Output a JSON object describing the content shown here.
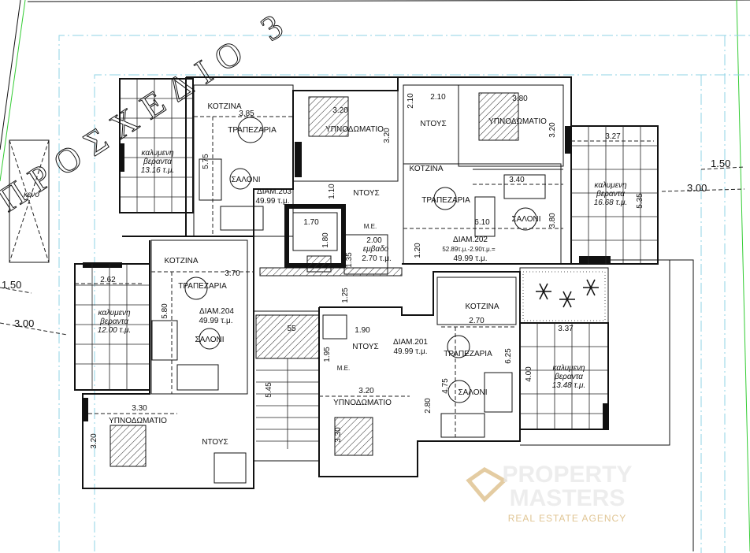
{
  "plot_name": "ΠΡΟΣΧΕΔΙΟ 3",
  "void_label": "κενο",
  "setbacks": {
    "a": "1.50",
    "b": "3.00",
    "c": "1.50",
    "d": "3.00"
  },
  "apartments": [
    {
      "id": "ΔΙΑΜ.203",
      "area": "49.99 τ.μ.",
      "rooms": {
        "kitchen": "ΚΟΤΖΙΝΑ",
        "dining": "ΤΡΑΠΕΖΑΡΙΑ",
        "living": "ΣΑΛΟΝΙ",
        "bedroom": "ΥΠΝΟΔΩΜΑΤΙΟ",
        "bath": "ΝΤΟΥΣ"
      },
      "dims": [
        "3.85",
        "5.75",
        "3.20",
        "3.20",
        "1.10"
      ],
      "veranda": {
        "line1": "καλυμενη",
        "line2": "βεραντα",
        "area": "13.16 τ.μ."
      }
    },
    {
      "id": "ΔΙΑΜ.202",
      "area_calc": "52.89τ.μ.-2.90τ.μ.=",
      "area": "49.99 τ.μ.",
      "rooms": {
        "kitchen": "ΚΟΤΖΙΝΑ",
        "dining": "ΤΡΑΠΕΖΑΡΙΑ",
        "living": "ΣΑΛΟΝΙ",
        "bedroom": "ΥΠΝΟΔΩΜΑΤΙΟ",
        "bath": "ΝΤΟΥΣ"
      },
      "dims": [
        "2.10",
        "2.10",
        "3.80",
        "3.20",
        "3.40",
        "6.10",
        "3.80",
        "1.20"
      ],
      "veranda": {
        "line1": "καλυμενη",
        "line2": "βεραντα",
        "area": "16.68 τ.μ.",
        "dims": [
          "3.27",
          "5.35"
        ]
      }
    },
    {
      "id": "ΔΙΑΜ.204",
      "area": "49.99 τ.μ.",
      "rooms": {
        "kitchen": "ΚΟΤΖΙΝΑ",
        "dining": "ΤΡΑΠΕΖΑΡΙΑ",
        "living": "ΣΑΛΟΝΙ",
        "bedroom": "ΥΠΝΟΔΩΜΑΤΙΟ",
        "bath": "ΝΤΟΥΣ"
      },
      "dims": [
        "3.70",
        "5.80",
        "3.30",
        "3.20"
      ],
      "veranda": {
        "line1": "καλυμενη",
        "line2": "βεραντα",
        "area": "12.00 τ.μ.",
        "dims": [
          "2.62"
        ]
      }
    },
    {
      "id": "ΔΙΑΜ.201",
      "area": "49.99 τ.μ.",
      "rooms": {
        "kitchen": "ΚΟΤΖΙΝΑ",
        "dining": "ΤΡΑΠΕΖΑΡΙΑ",
        "living": "ΣΑΛΟΝΙ",
        "bedroom": "ΥΠΝΟΔΩΜΑΤΙΟ",
        "bath": "ΝΤΟΥΣ",
        "wc": "Μ.Ε."
      },
      "dims": [
        "2.70",
        "6.25",
        "4.75",
        "2.80",
        "3.20",
        "3.30",
        "1.90",
        "1.95"
      ],
      "veranda": {
        "line1": "καλυμενη",
        "line2": "βεραντα",
        "area": "13.48 τ.μ.",
        "dims": [
          "3.37",
          "4.00"
        ]
      }
    }
  ],
  "core": {
    "lift_dims": [
      "1.70",
      "1.80"
    ],
    "store": {
      "wc": "Μ.Ε.",
      "dims": [
        "2.00",
        "1.35"
      ],
      "label": "εμβαδο",
      "area": "2.70 τ.μ."
    },
    "corridor": "1.25",
    "stair_dims": [
      "5.45",
      "55"
    ]
  },
  "watermark": {
    "line1": "PROPERTY",
    "line2": "MASTERS",
    "line3": "REAL ESTATE AGENCY"
  }
}
